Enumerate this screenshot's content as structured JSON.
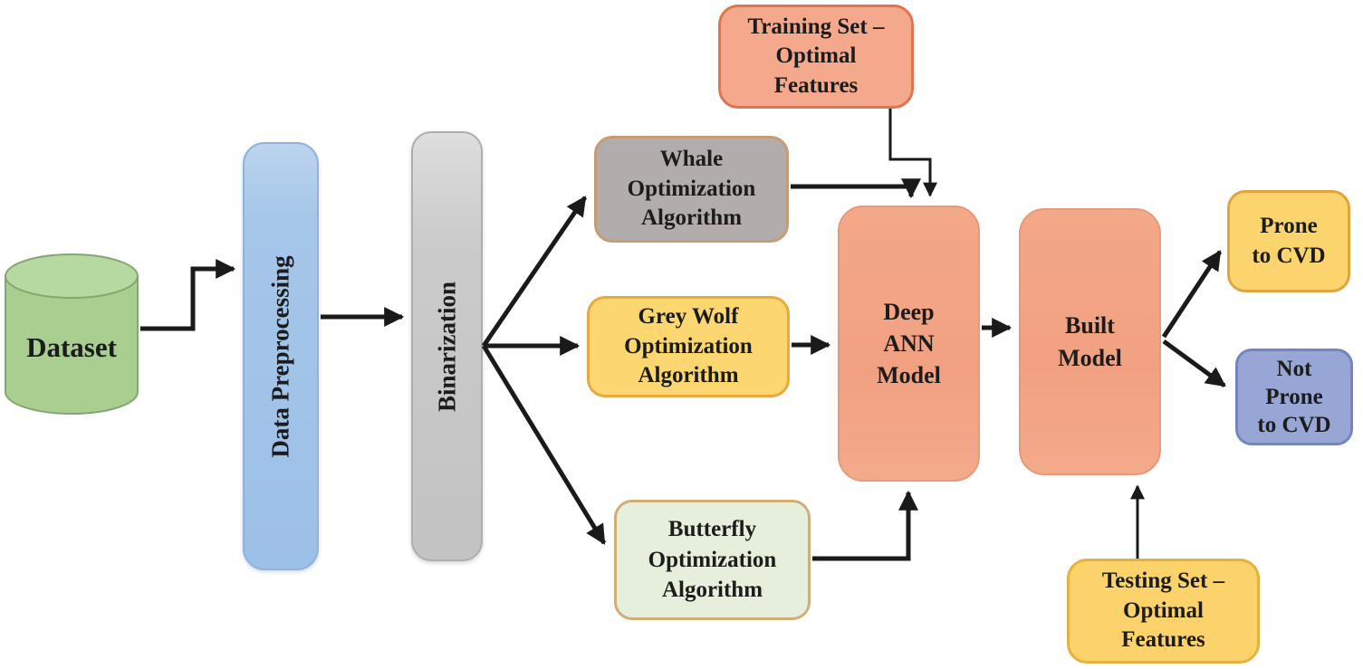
{
  "diagram": {
    "description": "Flow diagram: dataset preprocessing, binarization, three optimization algorithms feeding a Deep ANN model that outputs CVD proneness",
    "nodes": {
      "dataset": {
        "label": "Dataset",
        "shape": "cylinder",
        "fill": "#a8cf90",
        "border": "#85a571"
      },
      "data_preprocessing": {
        "label": "Data  Preprocessing",
        "orientation": "vertical",
        "fill": "#a5c6e9",
        "border": "#8fb3dd"
      },
      "binarization": {
        "label": "Binarization",
        "orientation": "vertical",
        "fill": "#c9c9c9",
        "border": "#aeaeae"
      },
      "whale": {
        "lines": [
          "Whale",
          "Optimization",
          "Algorithm"
        ],
        "fill": "#b2acac",
        "border": "#c59d74"
      },
      "grey_wolf": {
        "lines": [
          "Grey Wolf",
          "Optimization",
          "Algorithm"
        ],
        "fill": "#fcd671",
        "border": "#e8a93d"
      },
      "butterfly": {
        "lines": [
          "Butterfly",
          "Optimization",
          "Algorithm"
        ],
        "fill": "#e6efdb",
        "border": "#cfae7a"
      },
      "training_set": {
        "lines": [
          "Training Set –",
          "Optimal",
          "Features"
        ],
        "fill": "#f5a98c",
        "border": "#e2734e"
      },
      "deep_ann": {
        "lines": [
          "Deep",
          "ANN",
          "Model"
        ],
        "fill": "#f1a181",
        "border": "#e69a7a"
      },
      "built_model": {
        "lines": [
          "Built",
          "Model"
        ],
        "fill": "#f1a181",
        "border": "#e69a7a"
      },
      "prone_cvd": {
        "lines": [
          "Prone",
          "to CVD"
        ],
        "fill": "#fbd46d",
        "border": "#dfa53e"
      },
      "not_prone_cvd": {
        "lines": [
          "Not",
          "Prone",
          "to CVD"
        ],
        "fill": "#98a6d5",
        "border": "#7285c0"
      },
      "testing_set": {
        "lines": [
          "Testing Set –",
          "Optimal",
          "Features"
        ],
        "fill": "#fcd36a",
        "border": "#e3b23f"
      }
    },
    "edges": [
      {
        "from": "dataset",
        "to": "data_preprocessing"
      },
      {
        "from": "data_preprocessing",
        "to": "binarization"
      },
      {
        "from": "binarization",
        "to": "whale"
      },
      {
        "from": "binarization",
        "to": "grey_wolf"
      },
      {
        "from": "binarization",
        "to": "butterfly"
      },
      {
        "from": "whale",
        "to": "deep_ann"
      },
      {
        "from": "training_set",
        "to": "deep_ann"
      },
      {
        "from": "grey_wolf",
        "to": "deep_ann"
      },
      {
        "from": "butterfly",
        "to": "deep_ann"
      },
      {
        "from": "deep_ann",
        "to": "built_model"
      },
      {
        "from": "built_model",
        "to": "prone_cvd"
      },
      {
        "from": "built_model",
        "to": "not_prone_cvd"
      },
      {
        "from": "testing_set",
        "to": "built_model"
      }
    ],
    "arrow_color": "#1a1a1a"
  }
}
